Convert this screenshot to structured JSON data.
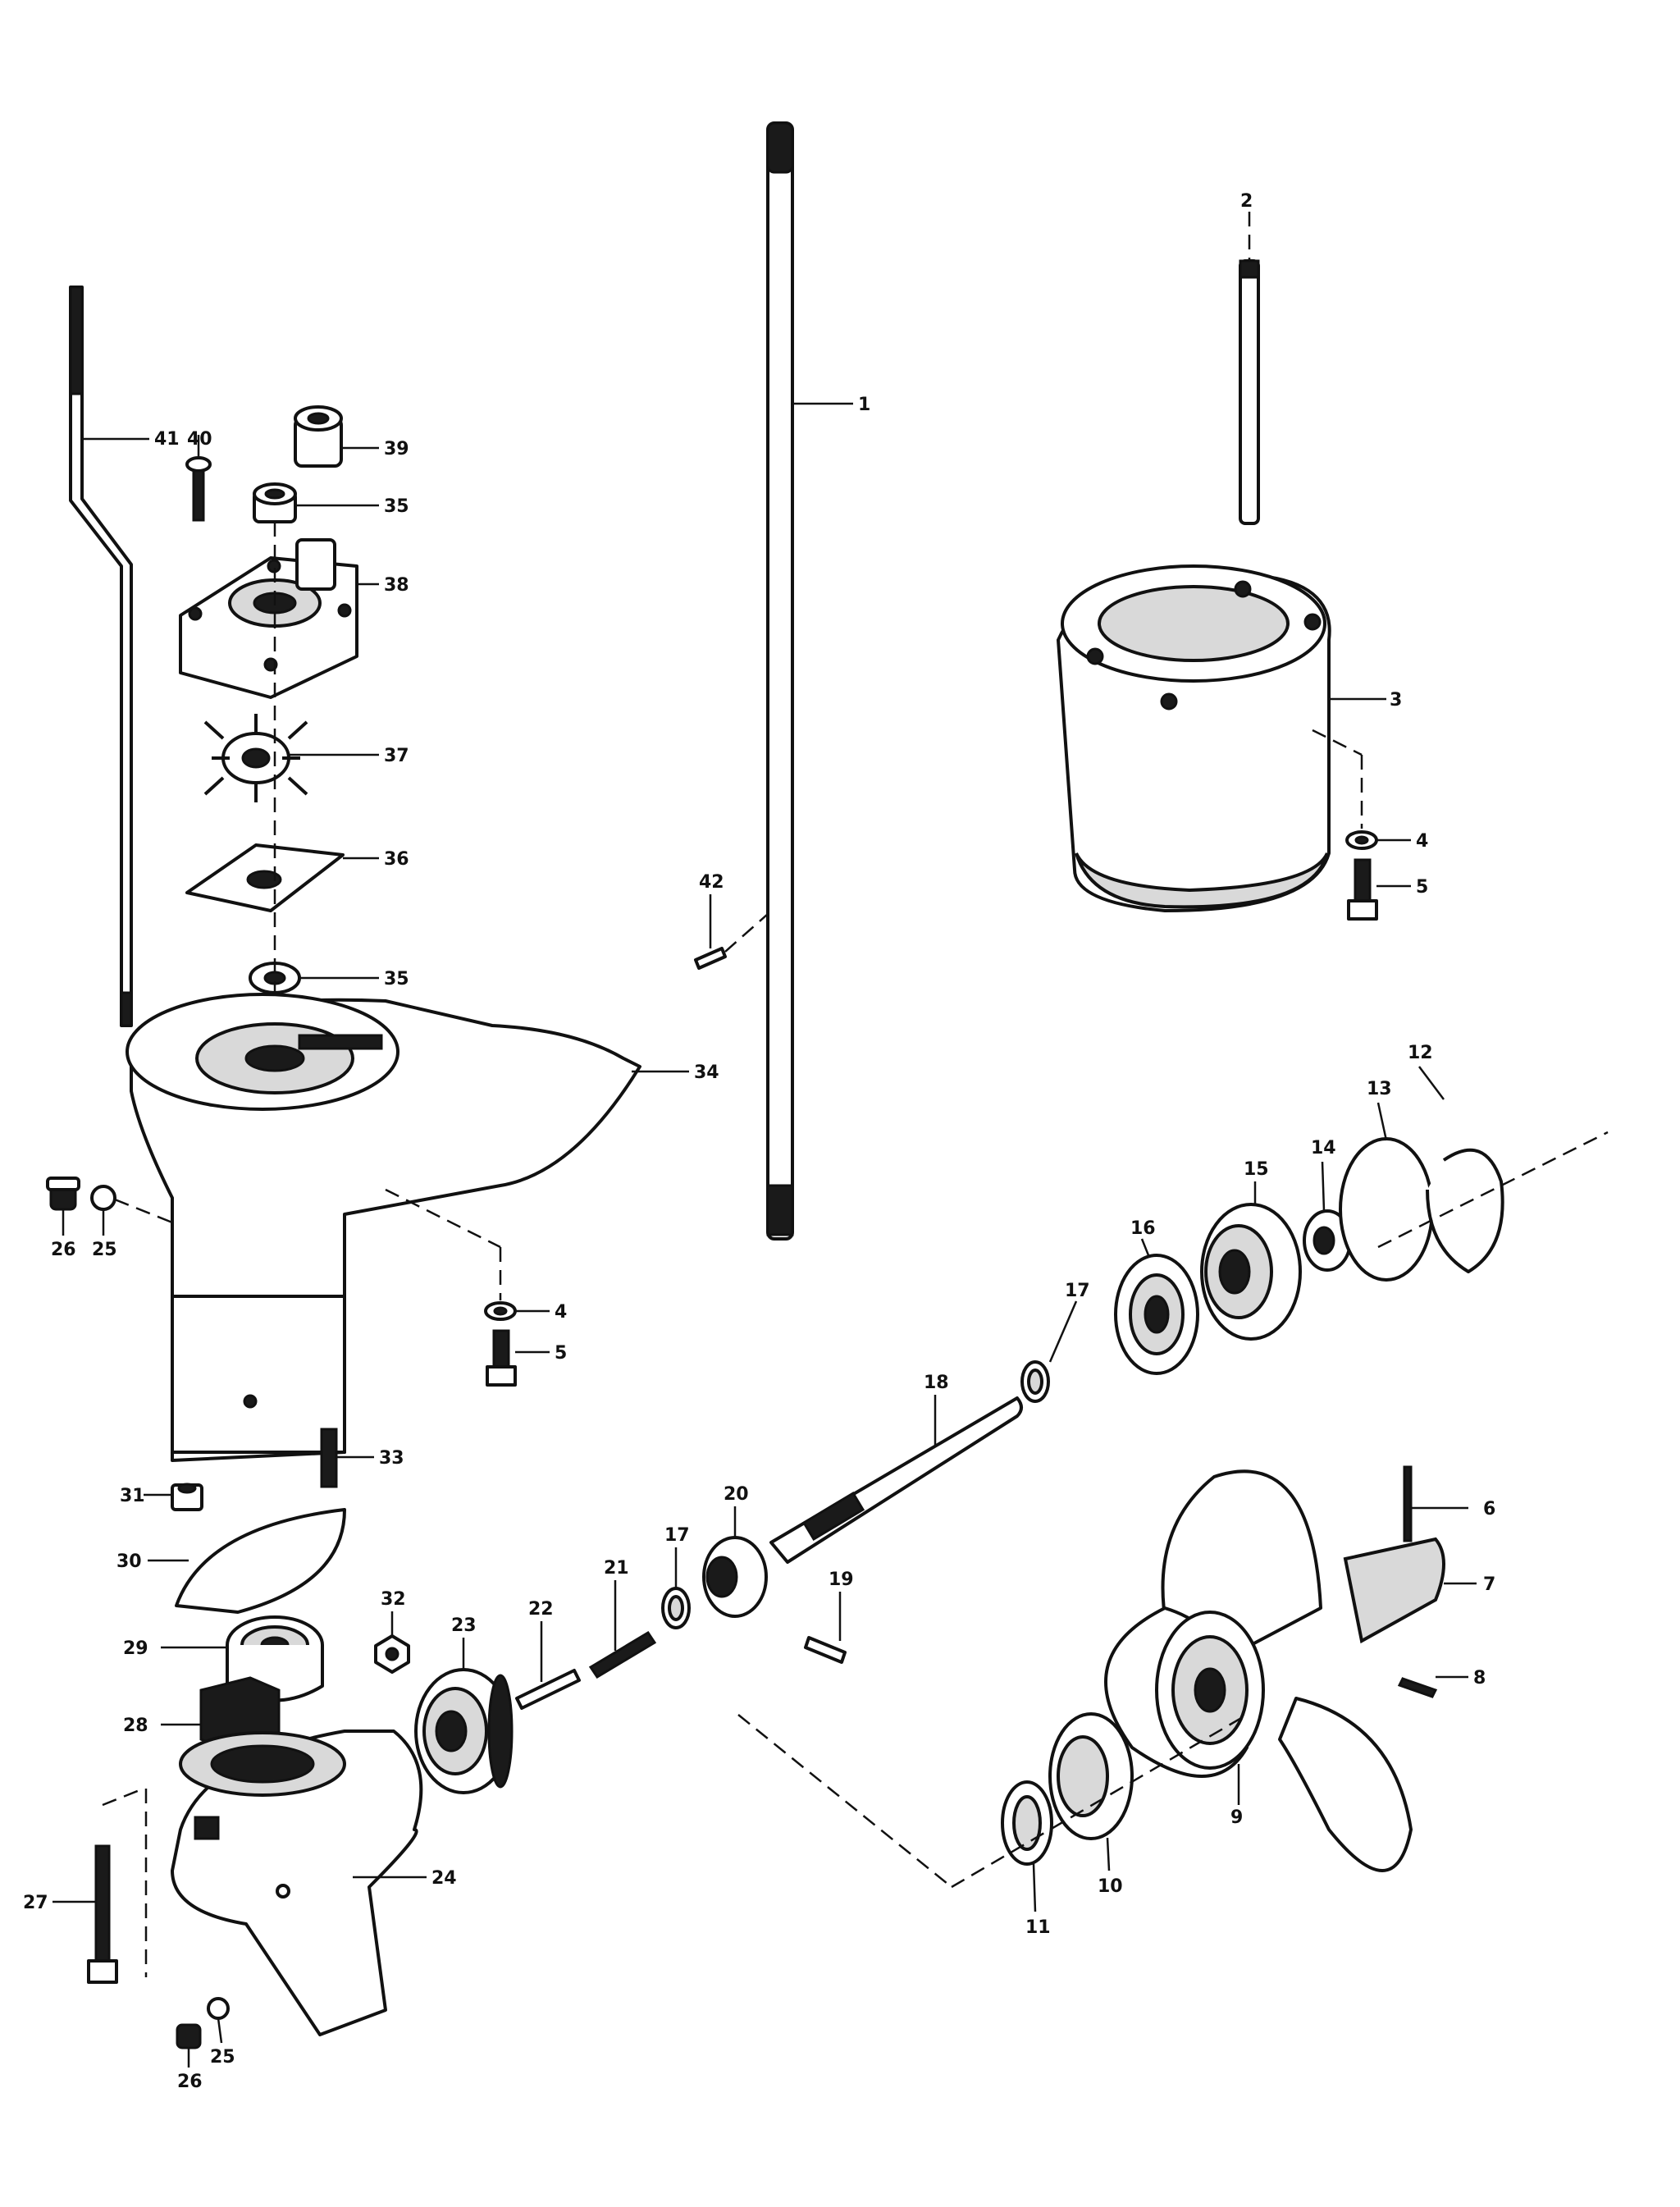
{
  "callouts": [
    {
      "id": "1",
      "label": "1"
    },
    {
      "id": "2",
      "label": "2"
    },
    {
      "id": "3",
      "label": "3"
    },
    {
      "id": "4a",
      "label": "4"
    },
    {
      "id": "5a",
      "label": "5"
    },
    {
      "id": "4b",
      "label": "4"
    },
    {
      "id": "5b",
      "label": "5"
    },
    {
      "id": "6",
      "label": "6"
    },
    {
      "id": "7",
      "label": "7"
    },
    {
      "id": "8",
      "label": "8"
    },
    {
      "id": "9",
      "label": "9"
    },
    {
      "id": "10",
      "label": "10"
    },
    {
      "id": "11",
      "label": "11"
    },
    {
      "id": "12",
      "label": "12"
    },
    {
      "id": "13",
      "label": "13"
    },
    {
      "id": "14",
      "label": "14"
    },
    {
      "id": "15",
      "label": "15"
    },
    {
      "id": "16",
      "label": "16"
    },
    {
      "id": "17a",
      "label": "17"
    },
    {
      "id": "17b",
      "label": "17"
    },
    {
      "id": "18",
      "label": "18"
    },
    {
      "id": "19",
      "label": "19"
    },
    {
      "id": "20",
      "label": "20"
    },
    {
      "id": "21",
      "label": "21"
    },
    {
      "id": "22",
      "label": "22"
    },
    {
      "id": "23",
      "label": "23"
    },
    {
      "id": "24",
      "label": "24"
    },
    {
      "id": "25a",
      "label": "25"
    },
    {
      "id": "26a",
      "label": "26"
    },
    {
      "id": "25b",
      "label": "25"
    },
    {
      "id": "26b",
      "label": "26"
    },
    {
      "id": "27",
      "label": "27"
    },
    {
      "id": "28",
      "label": "28"
    },
    {
      "id": "29",
      "label": "29"
    },
    {
      "id": "30",
      "label": "30"
    },
    {
      "id": "31",
      "label": "31"
    },
    {
      "id": "32",
      "label": "32"
    },
    {
      "id": "33",
      "label": "33"
    },
    {
      "id": "34",
      "label": "34"
    },
    {
      "id": "35a",
      "label": "35"
    },
    {
      "id": "35b",
      "label": "35"
    },
    {
      "id": "36",
      "label": "36"
    },
    {
      "id": "37",
      "label": "37"
    },
    {
      "id": "38",
      "label": "38"
    },
    {
      "id": "39",
      "label": "39"
    },
    {
      "id": "40",
      "label": "40"
    },
    {
      "id": "41",
      "label": "41"
    },
    {
      "id": "42",
      "label": "42"
    }
  ]
}
